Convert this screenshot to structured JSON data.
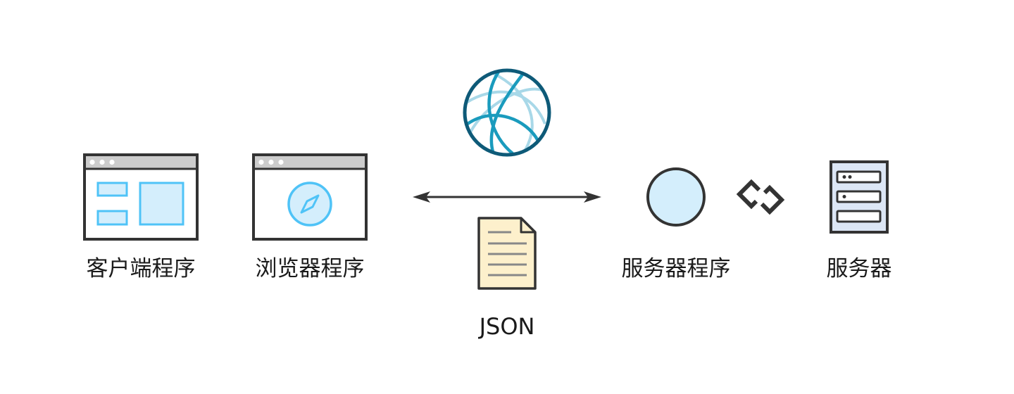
{
  "nodes": {
    "client_program": {
      "label": "客户端程序",
      "icon": "app-window-icon"
    },
    "browser_program": {
      "label": "浏览器程序",
      "icon": "browser-compass-icon"
    },
    "server_program": {
      "label": "服务器程序",
      "icon": "circle-node-icon"
    },
    "server": {
      "label": "服务器",
      "icon": "server-rack-icon"
    }
  },
  "internet": {
    "icon": "globe-icon"
  },
  "payload": {
    "label": "JSON",
    "icon": "document-icon"
  },
  "connectors": {
    "client_server_exchange": "double-arrow-icon",
    "server_link": "link-chain-icon"
  },
  "colors": {
    "stroke": "#333333",
    "window_bar": "#cccccc",
    "accent_blue": "#4fc3f7",
    "accent_fill": "#d4eefc",
    "globe_dark": "#0e5a78",
    "globe_mid": "#1a9bbd",
    "globe_light": "#a8d8e8",
    "document_fill": "#fdf0cc",
    "server_fill": "#dce6f5"
  }
}
